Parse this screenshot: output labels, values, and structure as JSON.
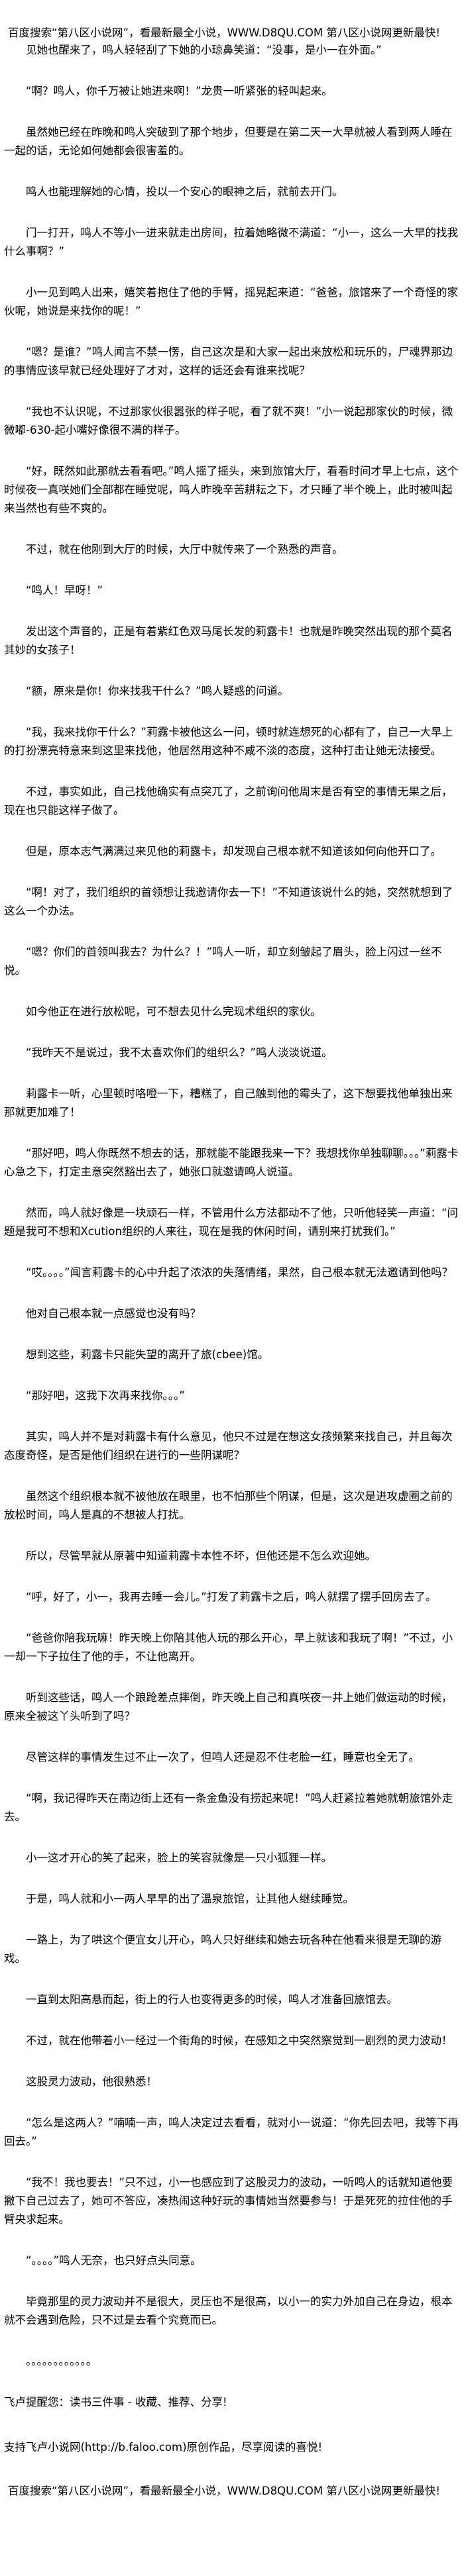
{
  "banner": "百度搜索“第八区小说网”，看最新最全小说，WWW.D8QU.COM   第八区小说网更新最快!",
  "paragraphs": [
    "见她也醒来了，鸣人轻轻刮了下她的小琼鼻笑道：“没事，是小一在外面。”",
    "“啊？鸣人，你千万被让她进来啊！”龙贵一听紧张的轻叫起来。",
    "虽然她已经在昨晚和鸣人突破到了那个地步，但要是在第二天一大早就被人看到两人睡在一起的话，无论如何她都会很害羞的。",
    "鸣人也能理解她的心情，投以一个安心的眼神之后，就前去开门。",
    "门一打开，鸣人不等小一进来就走出房间，拉着她略微不满道：“小一，这么一大早的找我什么事啊？”",
    "小一见到鸣人出来，嬉笑着抱住了他的手臂，摇晃起来道：“爸爸，旅馆来了一个奇怪的家伙呢，她说是来找你的呢！”",
    "“嗯？是谁？”鸣人闻言不禁一愣，自己这次是和大家一起出来放松和玩乐的，尸魂界那边的事情应该早就已经处理好了才对，这样的话还会有谁来找呢？",
    "“我也不认识呢，不过那家伙很嚣张的样子呢，看了就不爽！”小一说起那家伙的时候，微微嘟-630-起小嘴好像很不满的样子。",
    "“好，既然如此那就去看看吧。”鸣人摇了摇头，来到旅馆大厅，看看时间才早上七点，这个时候夜一真咲她们全部都在睡觉呢，鸣人昨晚辛苦耕耘之下，才只睡了半个晚上，此时被叫起来当然也有些不爽的。",
    "不过，就在他刚到大厅的时候，大厅中就传来了一个熟悉的声音。",
    "“鸣人！早呀！”",
    "发出这个声音的，正是有着紫红色双马尾长发的莉露卡！也就是昨晚突然出现的那个莫名其妙的女孩子！",
    "“额，原来是你！你来找我干什么？”鸣人疑惑的问道。",
    "“我，我来找你干什么？”莉露卡被他这么一问，顿时就连想死的心都有了，自己一大早上的打扮漂亮特意来到这里来找他，他居然用这种不咸不淡的态度，这种打击让她无法接受。",
    "不过，事实如此，自己找他确实有点突兀了，之前询问他周末是否有空的事情无果之后，现在也只能这样子做了。",
    "但是，原本志气满满过来见他的莉露卡，却发现自己根本就不知道该如何向他开口了。",
    "“啊！对了，我们组织的首领想让我邀请你去一下！”不知道该说什么的她，突然就想到了这么一个办法。",
    "“嗯？你们的首领叫我去？为什么？！”鸣人一听，却立刻皱起了眉头，脸上闪过一丝不悦。",
    "如今他正在进行放松呢，可不想去见什么完现术组织的家伙。",
    "“我昨天不是说过，我不太喜欢你们的组织么？”鸣人淡淡说道。",
    "莉露卡一听，心里顿时咯噔一下，糟糕了，自己触到他的霉头了，这下想要找他单独出来那就更加难了！",
    "“那好吧，鸣人你既然不想去的话，那就能不能跟我来一下？我想找你单独聊聊。。。”莉露卡心急之下，打定主意突然豁出去了，她张口就邀请鸣人说道。",
    "然而，鸣人就好像是一块顽石一样，不管用什么方法都动不了他，只听他轻笑一声道：“问题是我可不想和Xcution组织的人来往，现在是我的休闲时间，请别来打扰我们。”",
    "“哎。。。。”闻言莉露卡的心中升起了浓浓的失落情绪，果然，自己根本就无法邀请到他吗？",
    "他对自己根本就一点感觉也没有吗？",
    "想到这些，莉露卡只能失望的离开了旅(cbee)馆。",
    "“那好吧，这我下次再来找你。。。”",
    "其实，鸣人并不是对莉露卡有什么意见，他只不过是在想这女孩频繁来找自己，并且每次态度奇怪，是否是他们组织在进行的一些阴谋呢？",
    "虽然这个组织根本就不被他放在眼里，也不怕那些个阴谋，但是，这次是进攻虚圈之前的放松时间，鸣人是真的不想被人打扰。",
    "所以，尽管早就从原著中知道莉露卡本性不坏，但他还是不怎么欢迎她。",
    "“呼，好了，小一，我再去睡一会儿。”打发了莉露卡之后，鸣人就摆了摆手回房去了。",
    "“爸爸你陪我玩嘛！昨天晚上你陪其他人玩的那么开心，早上就该和我玩了啊！”不过，小一却一下子拉住了他的手，不让他离开。",
    "听到这些话，鸣人一个踉跄差点摔倒，昨天晚上自己和真咲夜一井上她们做运动的时候，原来全被这丫头听到了吗？",
    "尽管这样的事情发生过不止一次了，但鸣人还是忍不住老脸一红，睡意也全无了。",
    "“啊，我记得昨天在南边街上还有一条金鱼没有捞起来呢！”鸣人赶紧拉着她就朝旅馆外走去。",
    "小一这才开心的笑了起来，脸上的笑容就像是一只小狐狸一样。",
    "于是，鸣人就和小一两人早早的出了温泉旅馆，让其他人继续睡觉。",
    "一路上，为了哄这个便宜女儿开心，鸣人只好继续和她去玩各种在他看来很是无聊的游戏。",
    "一直到太阳高悬而起，街上的行人也变得更多的时候，鸣人才准备回旅馆去。",
    "不过，就在他带着小一经过一个街角的时候，在感知之中突然察觉到一剧烈的灵力波动！",
    "这股灵力波动，他很熟悉！",
    "“怎么是这两人？”喃喃一声，鸣人决定过去看看，就对小一说道：“你先回去吧，我等下再回去。”",
    "“我不！我也要去！”只不过，小一也感应到了这股灵力的波动，一听鸣人的话就知道他要撇下自己过去了，她可不答应，凑热闹这种好玩的事情她当然要参与！于是死死的拉住他的手臂央求起来。",
    "“。。。。”鸣人无奈，也只好点头同意。",
    "毕竟那里的灵力波动并不是很大，灵压也不是很高，以小一的实力外加自己在身边，根本就不会遇到危险，只不过是去看个究竟而已。",
    "。。。。。。。。。。。。"
  ],
  "footer_notes": [
    "飞卢提醒您：读书三件事 - 收藏、推荐、分享!",
    "支持飞卢小说网(http://b.faloo.com)原创作品，尽享阅读的喜悦!"
  ]
}
